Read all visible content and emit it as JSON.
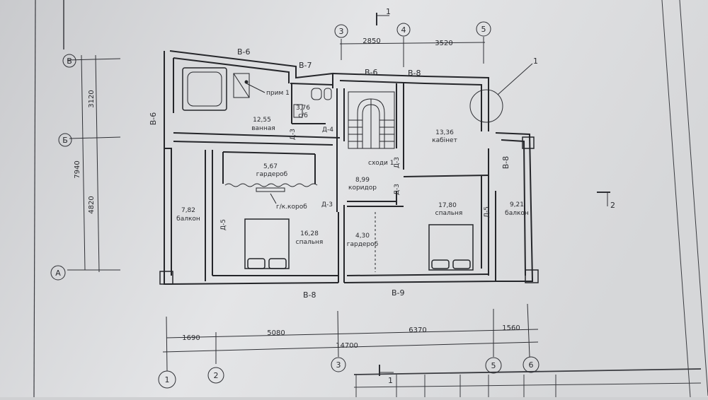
{
  "axes_top": [
    "3",
    "4",
    "5"
  ],
  "axes_bottom": [
    "1",
    "2",
    "3",
    "5",
    "6"
  ],
  "axes_left": [
    "В",
    "Б",
    "А"
  ],
  "dims_top": [
    "2850",
    "3520"
  ],
  "dims_bottom": [
    "1690",
    "5080",
    "6370",
    "1560"
  ],
  "dim_total": "14700",
  "dims_left": [
    "3120",
    "4820"
  ],
  "dim_left_total": "7940",
  "section_marks": [
    "1",
    "1",
    "2"
  ],
  "callout": "1",
  "rooms": [
    {
      "area": "12,55",
      "name": "ванная"
    },
    {
      "area": "3,76",
      "name": "с/б"
    },
    {
      "area": "13,36",
      "name": "кабінет"
    },
    {
      "area": "5,67",
      "name": "гардероб"
    },
    {
      "area": "8,99",
      "name": "коридор"
    },
    {
      "area": "7,82",
      "name": "балкон"
    },
    {
      "area": "16,28",
      "name": "спальня"
    },
    {
      "area": "4,30",
      "name": "гардероб"
    },
    {
      "area": "17,80",
      "name": "спальня"
    },
    {
      "area": "9,21",
      "name": "балкон"
    }
  ],
  "labels": {
    "prim": "прим 1",
    "stairs": "сходи 1",
    "duct": "г/к.короб"
  },
  "codes": {
    "v6_top": "В-6",
    "v7": "В-7",
    "v6_mid": "В-6",
    "v8_top": "В-8",
    "v6_left": "В-6",
    "v8_right": "В-8",
    "v8_bottom": "В-8",
    "v9_bottom": "В-9",
    "d3_a": "Д-3",
    "d4": "Д-4",
    "d3_b": "Д-3",
    "d3_c": "Д-3",
    "d3_d": "Д-3",
    "d5_a": "Д-5",
    "d5_b": "Д-5"
  }
}
